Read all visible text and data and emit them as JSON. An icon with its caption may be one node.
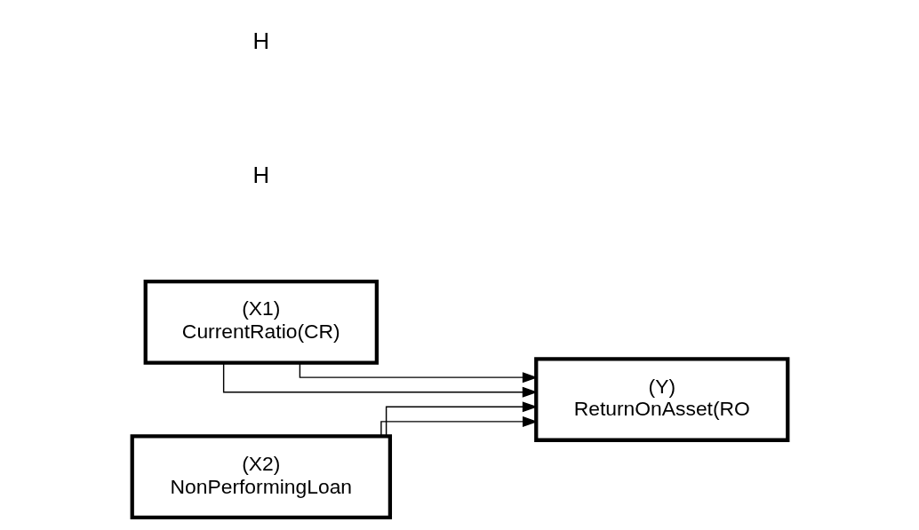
{
  "diagram": {
    "nodes": [
      {
        "text": [
          "(X1)",
          "CurrentRatio(CR)"
        ]
      },
      {
        "text": [
          "(Y)",
          "ReturnOnAsset(RO"
        ]
      },
      {
        "text": [
          "(X2)",
          "NonPerformingLoan"
        ]
      }
    ],
    "edges": [
      {
        "from": 0,
        "to": 1,
        "arrow": "to"
      },
      {
        "from": 0,
        "to": 1,
        "arrow": "to"
      },
      {
        "from": 2,
        "to": 1,
        "arrow": "to"
      },
      {
        "from": 2,
        "to": 1,
        "arrow": "to"
      }
    ],
    "labels": [
      "H",
      "H"
    ]
  }
}
